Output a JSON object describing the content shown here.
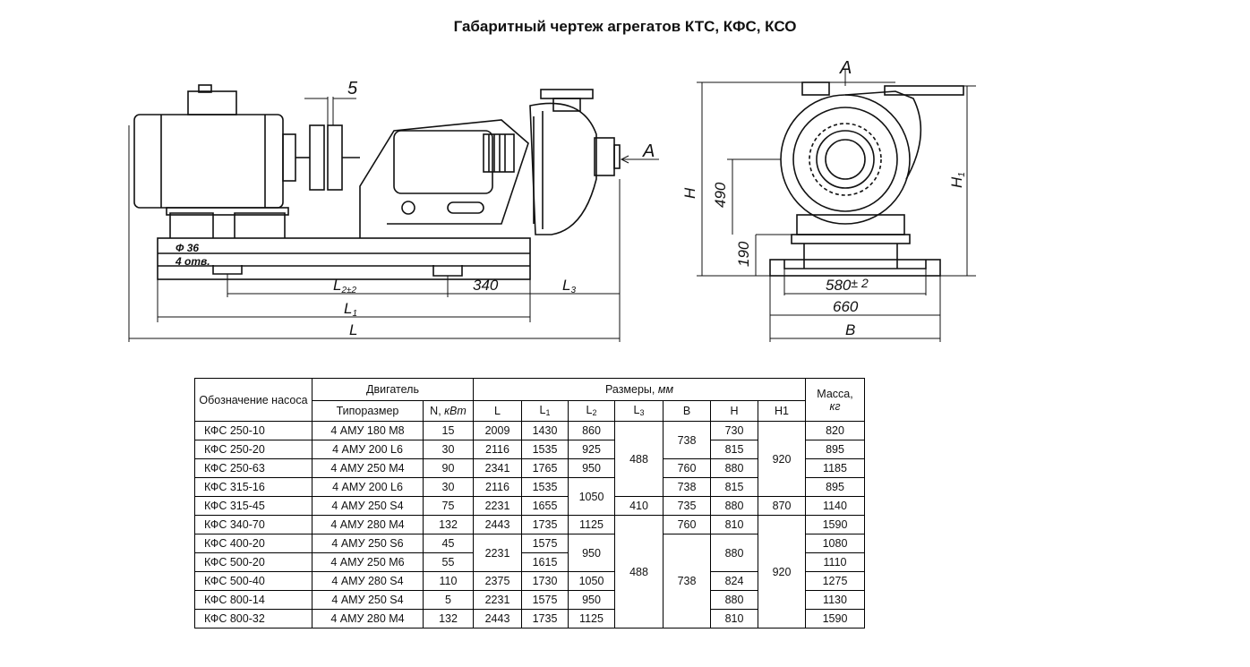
{
  "title": "Габаритный чертеж агрегатов КТС, КФС, КСО",
  "drawing": {
    "side_labels": {
      "gap": "5",
      "view_arrow": "A",
      "hole_dia": "Ф 36",
      "hole_count": "4 отв.",
      "l2": "L",
      "l2_sub": "2±2",
      "d340": "340",
      "l3": "L",
      "l3_sub": "3",
      "l1": "L",
      "l1_sub": "1",
      "l": "L"
    },
    "end_labels": {
      "view": "A",
      "h": "H",
      "d490": "490",
      "d190": "190",
      "h1": "H",
      "h1_sub": "1",
      "d580": "580",
      "d580_tol": "± 2",
      "d660": "660",
      "b": "B"
    }
  },
  "table": {
    "h_designation": "Обозначение насоса",
    "h_motor": "Двигатель",
    "h_dims": "Размеры,",
    "h_dims_unit": "мм",
    "h_mass": "Масса,",
    "h_mass_unit": "кг",
    "h_type": "Типоразмер",
    "h_power": "N,",
    "h_power_unit": "кВт",
    "h_L": "L",
    "h_L1": "L",
    "h_L1_sub": "1",
    "h_L2": "L",
    "h_L2_sub": "2",
    "h_L3": "L",
    "h_L3_sub": "3",
    "h_B": "B",
    "h_H": "H",
    "h_H1": "H1",
    "rows": [
      {
        "pump": "КФС 250-10",
        "motor": "4 АМУ 180 M8",
        "n": "15",
        "l": "2009",
        "l1": "1430",
        "l2": "860",
        "l3": "",
        "b": "",
        "h": "730",
        "h1": "",
        "mass": "820"
      },
      {
        "pump": "КФС 250-20",
        "motor": "4 АМУ 200 L6",
        "n": "30",
        "l": "2116",
        "l1": "1535",
        "l2": "925",
        "l3": "",
        "b": "",
        "h": "815",
        "h1": "",
        "mass": "895"
      },
      {
        "pump": "КФС 250-63",
        "motor": "4 АМУ 250 M4",
        "n": "90",
        "l": "2341",
        "l1": "1765",
        "l2": "950",
        "l3": "",
        "b": "760",
        "h": "880",
        "h1": "",
        "mass": "1185"
      },
      {
        "pump": "КФС 315-16",
        "motor": "4 АМУ 200 L6",
        "n": "30",
        "l": "2116",
        "l1": "1535",
        "l2": "",
        "l3": "",
        "b": "738",
        "h": "815",
        "h1": "",
        "mass": "895"
      },
      {
        "pump": "КФС 315-45",
        "motor": "4 АМУ 250 S4",
        "n": "75",
        "l": "2231",
        "l1": "1655",
        "l2": "",
        "l3": "410",
        "b": "735",
        "h": "880",
        "h1": "870",
        "mass": "1140"
      },
      {
        "pump": "КФС 340-70",
        "motor": "4 АМУ 280 M4",
        "n": "132",
        "l": "2443",
        "l1": "1735",
        "l2": "1125",
        "l3": "",
        "b": "760",
        "h": "810",
        "h1": "",
        "mass": "1590"
      },
      {
        "pump": "КФС 400-20",
        "motor": "4 АМУ 250 S6",
        "n": "45",
        "l": "",
        "l1": "1575",
        "l2": "",
        "l3": "",
        "b": "",
        "h": "",
        "h1": "",
        "mass": "1080"
      },
      {
        "pump": "КФС 500-20",
        "motor": "4 АМУ 250 M6",
        "n": "55",
        "l": "",
        "l1": "1615",
        "l2": "",
        "l3": "",
        "b": "",
        "h": "",
        "h1": "",
        "mass": "1110"
      },
      {
        "pump": "КФС 500-40",
        "motor": "4 АМУ 280 S4",
        "n": "110",
        "l": "2375",
        "l1": "1730",
        "l2": "1050",
        "l3": "",
        "b": "",
        "h": "824",
        "h1": "",
        "mass": "1275"
      },
      {
        "pump": "КФС 800-14",
        "motor": "4 АМУ 250 S4",
        "n": "5",
        "l": "2231",
        "l1": "1575",
        "l2": "950",
        "l3": "",
        "b": "",
        "h": "880",
        "h1": "",
        "mass": "1130"
      },
      {
        "pump": "КФС 800-32",
        "motor": "4 АМУ 280 M4",
        "n": "132",
        "l": "2443",
        "l1": "1735",
        "l2": "1125",
        "l3": "",
        "b": "",
        "h": "810",
        "h1": "",
        "mass": "1590"
      }
    ],
    "merged": {
      "b_rows_0_1": "738",
      "l3_rows_0_3": "488",
      "h1_rows_0_3": "920",
      "l2_rows_3_4": "1050",
      "l_rows_6_7": "2231",
      "l2_rows_6_7": "950",
      "h_rows_6_7": "880",
      "l3_rows_5_10": "488",
      "b_rows_6_10": "738",
      "h1_rows_5_10": "920"
    }
  }
}
